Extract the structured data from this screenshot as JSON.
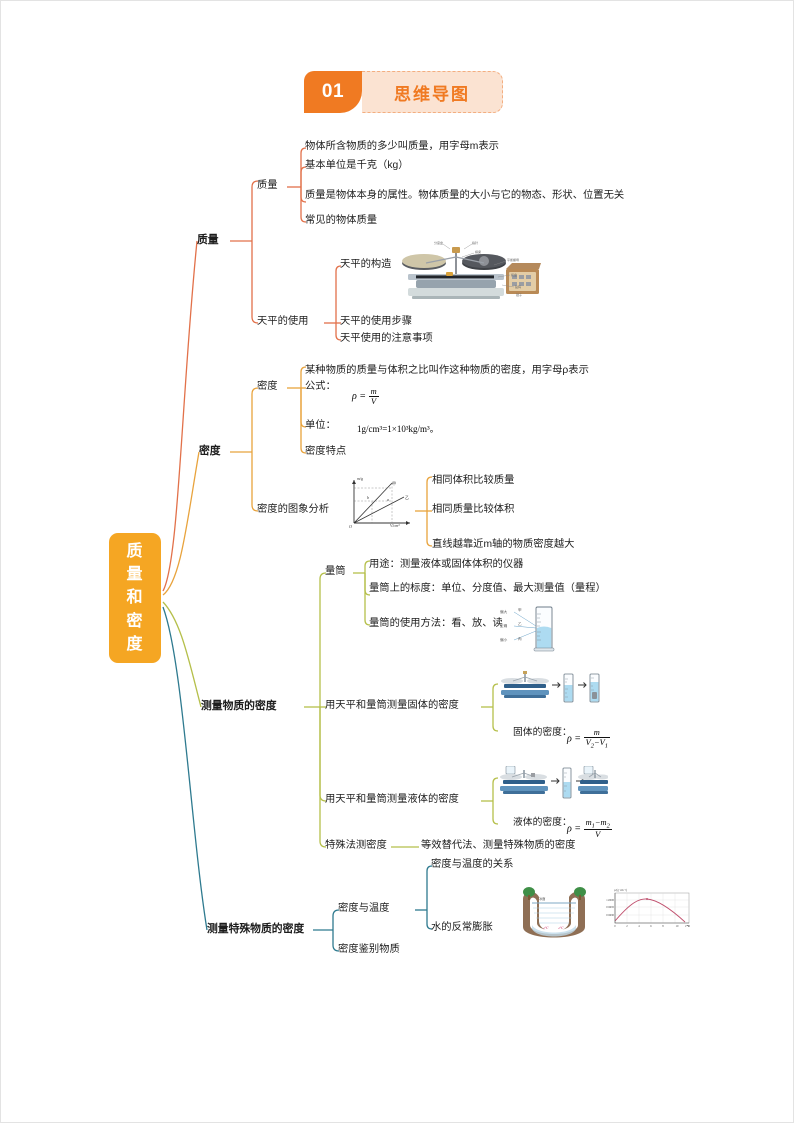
{
  "header": {
    "number": "01",
    "title": "思维导图"
  },
  "root": {
    "chars": [
      "质",
      "量",
      "和",
      "密",
      "度"
    ],
    "color": "#F5A623"
  },
  "branches": [
    {
      "id": "mass",
      "label": "质量",
      "color": "#E2714A",
      "children": [
        {
          "label": "质量",
          "children": [
            {
              "label": "物体所含物质的多少叫质量，用字母m表示"
            },
            {
              "label": "基本单位是千克（kg）"
            },
            {
              "label": "质量是物体本身的属性。物体质量的大小与它的物态、形状、位置无关"
            },
            {
              "label": "常见的物体质量"
            }
          ]
        },
        {
          "label": "天平的使用",
          "children": [
            {
              "label": "天平的构造",
              "illustration": "balance-with-weightbox"
            },
            {
              "label": "天平的使用步骤"
            },
            {
              "label": "天平使用的注意事项"
            }
          ]
        }
      ]
    },
    {
      "id": "density",
      "label": "密度",
      "color": "#E8A33D",
      "children": [
        {
          "label": "密度",
          "children": [
            {
              "label": "某种物质的质量与体积之比叫作这种物质的密度，用字母ρ表示"
            },
            {
              "label": "公式：",
              "formula": "rho-m-over-V"
            },
            {
              "label": "单位：",
              "unit": "1g/cm³=1×10³kg/m³。"
            },
            {
              "label": "密度特点"
            }
          ]
        },
        {
          "label": "密度的图象分析",
          "illustration": "mass-volume-graph",
          "children": [
            {
              "label": "相同体积比较质量"
            },
            {
              "label": "相同质量比较体积"
            },
            {
              "label": "直线越靠近m轴的物质密度越大"
            }
          ]
        }
      ]
    },
    {
      "id": "measure",
      "label": "测量物质的密度",
      "color": "#B5BF4A",
      "children": [
        {
          "label": "量筒",
          "children": [
            {
              "label": "用途：测量液体或固体体积的仪器"
            },
            {
              "label": "量筒上的标度：单位、分度值、最大测量值（量程）"
            },
            {
              "label": "量筒的使用方法：看、放、读",
              "illustration": "graduated-cylinder-reading"
            }
          ]
        },
        {
          "label": "用天平和量筒测量固体的密度",
          "children": [
            {
              "label": "",
              "illustration": "solid-density-steps"
            },
            {
              "label": "固体的密度：",
              "formula": "rho-m-over-V2-V1"
            }
          ]
        },
        {
          "label": "用天平和量筒测量液体的密度",
          "children": [
            {
              "label": "",
              "illustration": "liquid-density-steps"
            },
            {
              "label": "液体的密度：",
              "formula": "rho-m1-m2-over-V"
            }
          ]
        },
        {
          "label": "特殊法测密度",
          "children": [
            {
              "label": "等效替代法、测量特殊物质的密度"
            }
          ]
        }
      ]
    },
    {
      "id": "special",
      "label": "测量特殊物质的密度",
      "color": "#2E7A8F",
      "children": [
        {
          "label": "密度与温度",
          "children": [
            {
              "label": "密度与温度的关系"
            },
            {
              "label": "水的反常膨胀",
              "illustration": "pond-and-density-temp-curve"
            }
          ]
        },
        {
          "label": "密度鉴别物质"
        }
      ]
    }
  ],
  "illustration_labels": {
    "balance": [
      "分度盘",
      "指针",
      "横梁",
      "游码",
      "标尺",
      "平衡螺母",
      "托盘",
      "砝码",
      "镊子"
    ],
    "graph": {
      "ylabel": "m/g",
      "xlabel": "V/cm³",
      "origin": "O",
      "series": [
        "甲",
        "乙"
      ],
      "marks": [
        "b",
        "a"
      ]
    },
    "cylinder": [
      "偏大",
      "正确",
      "偏小",
      "甲",
      "乙",
      "丙"
    ],
    "density_temp_curve": {
      "ylabel": "ρ/(g·cm⁻³)",
      "xlabel": "t/°C",
      "yticks": [
        "1.0000",
        "0.9995",
        "0.9990"
      ],
      "xticks": [
        "0",
        "2",
        "4",
        "6",
        "8",
        "10"
      ]
    },
    "pond": "冰面"
  }
}
